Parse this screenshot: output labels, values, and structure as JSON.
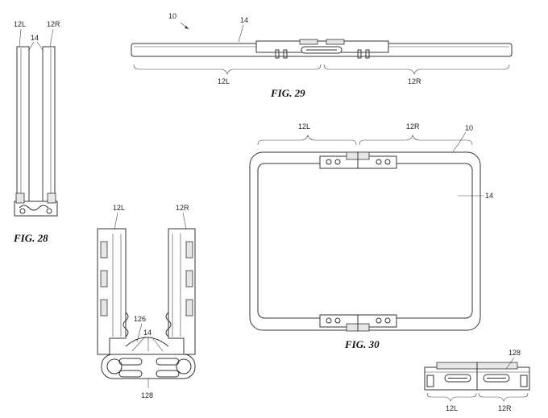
{
  "figures": {
    "fig28": {
      "caption": "FIG. 28",
      "labels": {
        "left": "12L",
        "right": "12R",
        "display": "14"
      }
    },
    "fig29": {
      "caption": "FIG. 29",
      "labels": {
        "device": "10",
        "display": "14",
        "left": "12L",
        "right": "12R"
      }
    },
    "fig30": {
      "caption": "FIG. 30",
      "labels": {
        "left": "12L",
        "right": "12R",
        "device": "10",
        "display": "14"
      }
    },
    "fig_hinge_open": {
      "labels": {
        "left": "12L",
        "right": "12R",
        "hinge": "126",
        "display": "14",
        "cover": "128"
      }
    },
    "fig_hinge_closed": {
      "labels": {
        "cover": "128",
        "left": "12L",
        "right": "12R"
      }
    }
  },
  "colors": {
    "line": "#333333",
    "background": "#ffffff"
  }
}
